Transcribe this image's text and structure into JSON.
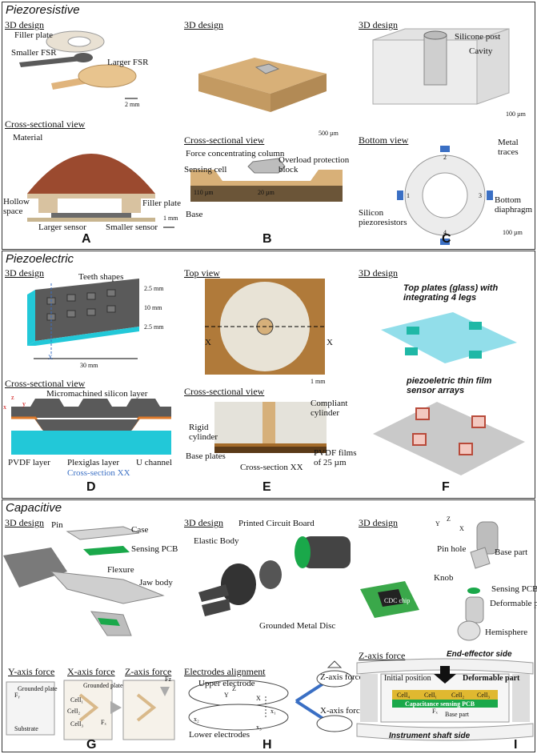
{
  "sections": {
    "piezoresistive": {
      "title": "Piezoresistive"
    },
    "piezoelectric": {
      "title": "Piezoelectric"
    },
    "capacitive": {
      "title": "Capacitive"
    }
  },
  "panelA": {
    "letter": "A",
    "design_title": "3D design",
    "filler_plate": "Filler plate",
    "smaller_fsr": "Smaller FSR",
    "larger_fsr": "Larger FSR",
    "scale_top": "2 mm",
    "cross_title": "Cross-sectional view",
    "material": "Material",
    "hollow_space": "Hollow space",
    "filler_plate2": "Filler plate",
    "larger_sensor": "Larger sensor",
    "smaller_sensor": "Smaller sensor",
    "scale_bottom": "1 mm"
  },
  "panelB": {
    "letter": "B",
    "design_title": "3D design",
    "scale_top": "500 µm",
    "cross_title": "Cross-sectional view",
    "force_col": "Force concentrating column",
    "overload": "Overload protection block",
    "sensing_cell": "Sensing cell",
    "dim1": "110 µm",
    "dim2": "20 µm",
    "base": "Base"
  },
  "panelC": {
    "letter": "C",
    "design_title": "3D design",
    "silicone_post": "Silicone post",
    "cavity": "Cavity",
    "scale_top": "100 µm",
    "bottom_title": "Bottom view",
    "metal_traces": "Metal traces",
    "bottom_diaphragm": "Bottom diaphragm",
    "silicon_piezo": "Silicon piezoresistors",
    "n1": "1",
    "n2": "2",
    "n3": "3",
    "n4": "4",
    "scale_bottom": "100 µm"
  },
  "panelD": {
    "letter": "D",
    "design_title": "3D design",
    "teeth": "Teeth shapes",
    "dim_a": "2.5 mm",
    "dim_b": "10 mm",
    "dim_c": "2.5 mm",
    "dim_len": "30 mm",
    "axis_x": "X",
    "cross_title": "Cross-sectional view",
    "micromachined": "Micromachined silicon layer",
    "pvdf": "PVDF layer",
    "plexiglas": "Plexiglas layer",
    "u_channel": "U channel",
    "section": "Cross-section XX",
    "ax_z": "z",
    "ax_x": "x",
    "ax_y": "y"
  },
  "panelE": {
    "letter": "E",
    "top_title": "Top view",
    "x_left": "X",
    "x_right": "X",
    "scale": "1 mm",
    "cross_title": "Cross-sectional view",
    "compliant": "Compliant cylinder",
    "rigid": "Rigid cylinder",
    "base_plates": "Base plates",
    "pvdf_films": "PVDF films of 25 µm",
    "section": "Cross-section XX"
  },
  "panelF": {
    "letter": "F",
    "design_title": "3D design",
    "top_plates": "Top plates (glass) with integrating 4 legs",
    "thin_film": "piezoeletric thin film sensor arrays"
  },
  "panelG": {
    "letter": "G",
    "design_title": "3D design",
    "pin": "Pin",
    "case": "Case",
    "sensing_pcb": "Sensing PCB",
    "flexure": "Flexure",
    "jaw_body": "Jaw body",
    "y_force": "Y-axis force",
    "x_force": "X-axis force",
    "z_force": "Z-axis force",
    "grounded_plate": "Grounded plate",
    "substrate": "Substrate",
    "grounded_plate2": "Grounded plate",
    "fy": "Fᵧ",
    "fx": "Fₓ",
    "fz": "Fz",
    "cell1": "Cell₁",
    "cell2": "Cell₂",
    "cell3": "Cell₃"
  },
  "panelH": {
    "letter": "H",
    "design_title": "3D design",
    "pcb": "Printed Circuit Board",
    "elastic": "Elastic Body",
    "metal_disc": "Grounded Metal Disc",
    "electrodes_title": "Electrodes alignment",
    "upper": "Upper electrode",
    "lower": "Lower electrodes",
    "z_axis_force": "Z-axis force",
    "x_axis_force": "X-axis force",
    "ax_z": "Z",
    "ax_y": "Y",
    "ax_x": "X",
    "x1": "x₁",
    "x2": "x₂",
    "x3": "x₃"
  },
  "panelI": {
    "letter": "I",
    "design_title": "3D design",
    "pin_hole": "Pin hole",
    "base_part": "Base part",
    "knob": "Knob",
    "sensing_pcb": "Sensing PCB",
    "deformable": "Deformable part",
    "hemisphere": "Hemisphere",
    "cdc": "CDC chip",
    "ax_y": "Y",
    "ax_z": "Z",
    "ax_x": "X",
    "z_force": "Z-axis force",
    "end_effector": "End-effector side",
    "initial": "Initial position",
    "deformable2": "Deformable part",
    "cap_pcb": "Capacitance sensing PCB",
    "base_part2": "Base part",
    "instrument": "Instrument shaft side",
    "fz": "Fₓ",
    "cells": [
      "Cell₄",
      "Cell₁",
      "Cell₂",
      "Cell₃"
    ]
  },
  "colors": {
    "tan": "#d9b98a",
    "brown": "#a0522d",
    "cyan": "#22c8d8",
    "green": "#1aa84a",
    "blue": "#3a6fc4"
  }
}
